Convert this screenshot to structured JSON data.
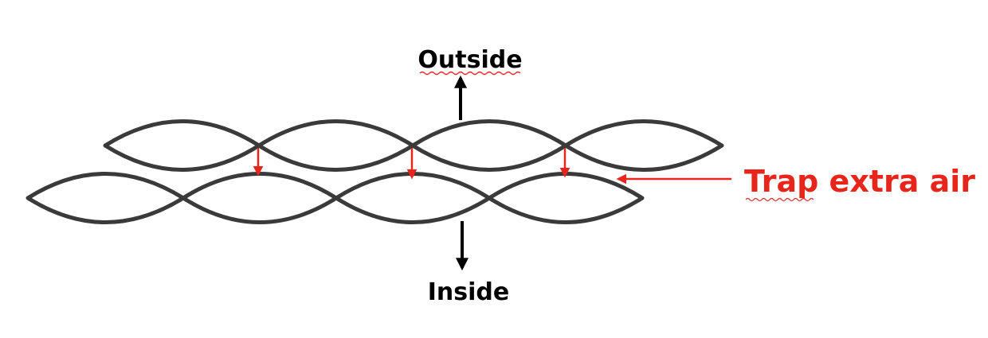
{
  "labels": {
    "outside": "Outside",
    "inside": "Inside",
    "trap": "Trap extra air"
  },
  "colors": {
    "outline": "#3a3a3a",
    "arrow": "#000000",
    "accent": "#e8251b"
  }
}
